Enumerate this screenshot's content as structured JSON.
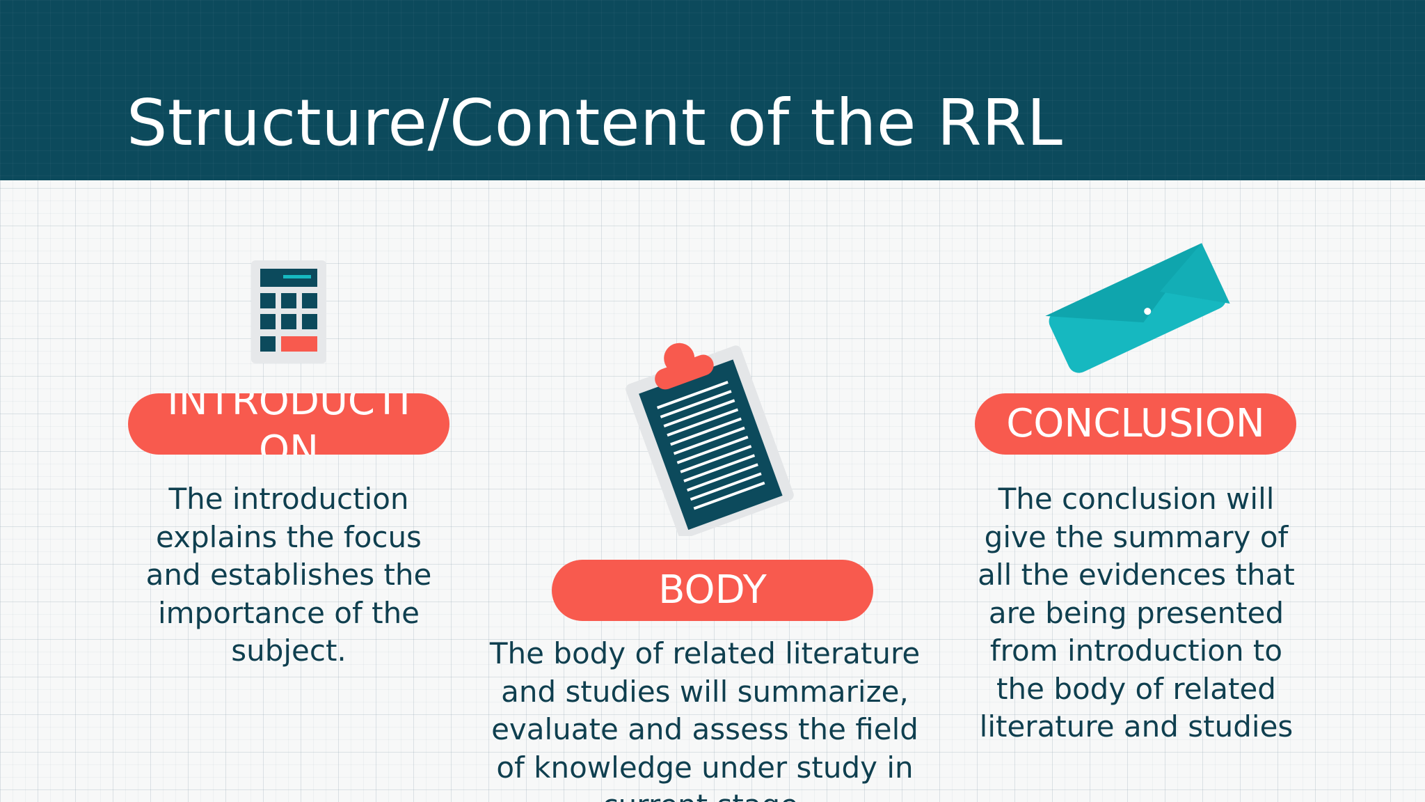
{
  "slide": {
    "title": "Structure/Content of the RRL"
  },
  "columns": [
    {
      "id": "introduction",
      "label": "INTRODUCTION",
      "description": "The introduction explains the focus and establishes the importance of the subject.",
      "icon": "calculator-icon"
    },
    {
      "id": "body",
      "label": "BODY",
      "description": "The body of related literature and studies will summarize, evaluate and assess the field of knowledge under study in current stage.",
      "icon": "clipboard-icon"
    },
    {
      "id": "conclusion",
      "label": "CONCLUSION",
      "description": "The conclusion will give the summary of all the evidences that are being presented from introduction to the body of related literature and studies",
      "icon": "envelope-icon"
    }
  ],
  "colors": {
    "header": "#0c4a5c",
    "accent": "#f85a4e",
    "text": "#0f3f4f",
    "teal": "#16b8c0"
  }
}
